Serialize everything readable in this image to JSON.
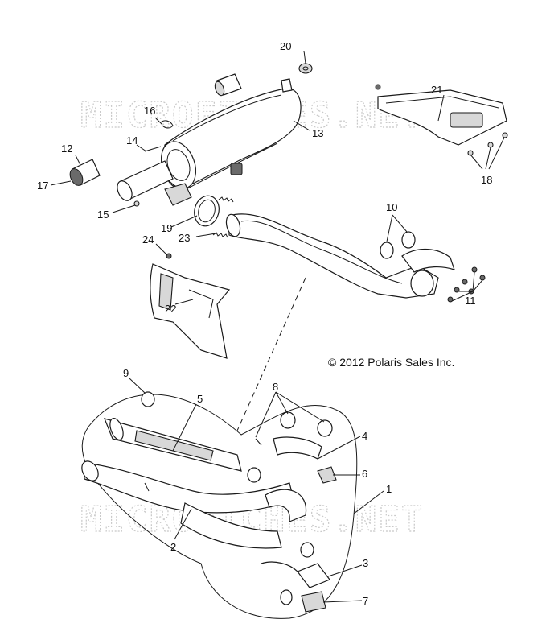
{
  "watermark": "MICROFICHES.NET",
  "copyright": "© 2012 Polaris Sales Inc.",
  "callouts": {
    "c1": "1",
    "c2": "2",
    "c3": "3",
    "c4": "4",
    "c5": "5",
    "c6": "6",
    "c7": "7",
    "c8": "8",
    "c9": "9",
    "c10": "10",
    "c11": "11",
    "c12": "12",
    "c13": "13",
    "c14": "14",
    "c15": "15",
    "c16": "16",
    "c17": "17",
    "c18": "18",
    "c19": "19",
    "c20": "20",
    "c21": "21",
    "c22": "22",
    "c23": "23",
    "c24": "24"
  }
}
